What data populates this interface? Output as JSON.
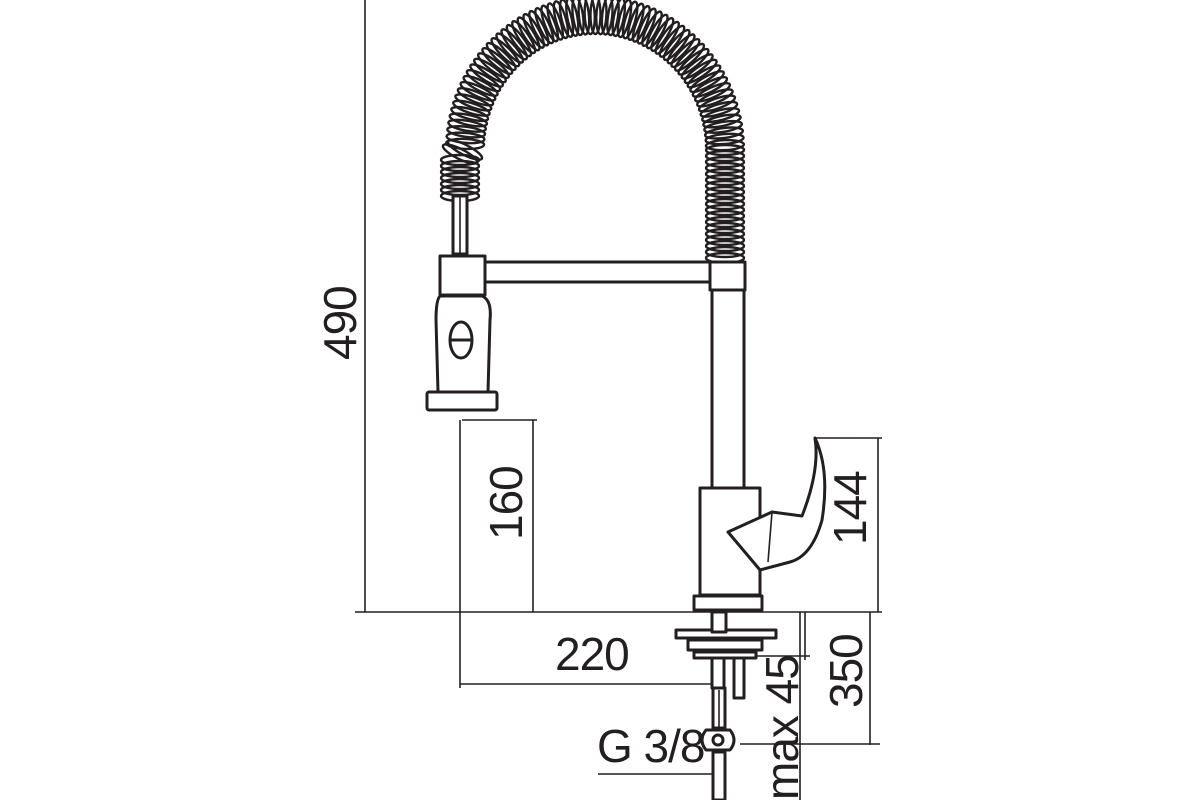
{
  "dimensions": {
    "total_height": "490",
    "spout_clearance": "160",
    "lever_height": "144",
    "reach": "220",
    "hose_length": "350",
    "max_deck": "max 45",
    "connection": "G 3/8"
  },
  "colors": {
    "line": "#231f20",
    "background": "#ffffff"
  }
}
